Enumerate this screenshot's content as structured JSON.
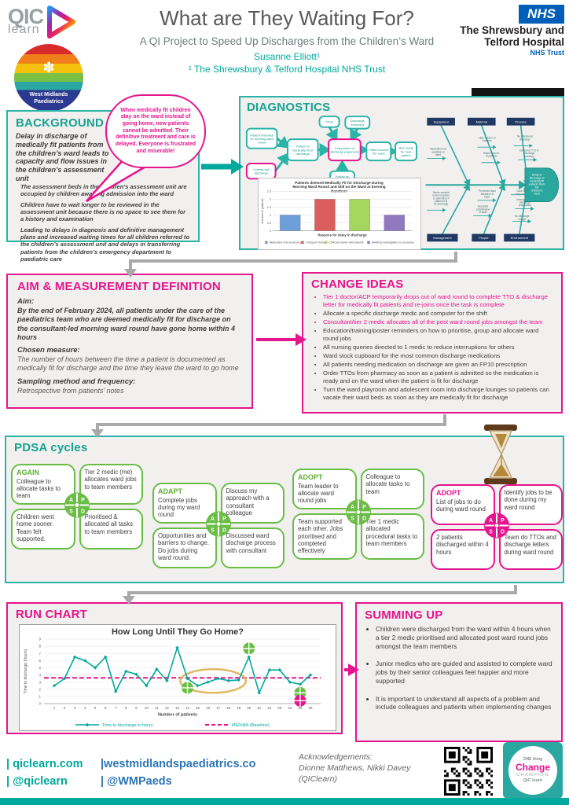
{
  "header": {
    "title": "What are They Waiting For?",
    "subtitle": "A QI Project to Speed Up Discharges from the Children’s Ward",
    "author": "Susanne Elliott¹",
    "affiliation": "¹ The Shrewsbury & Telford Hospital NHS Trust",
    "qic_logo": {
      "line1": "QIC",
      "line2": "learn"
    },
    "wmp_logo": {
      "line1": "West Midlands",
      "line2": "Paediatrics"
    },
    "nhs_logo": {
      "nhs": "NHS",
      "org_line1": "The Shrewsbury and",
      "org_line2": "Telford Hospital",
      "sub": "NHS Trust"
    }
  },
  "background": {
    "title": "BACKGROUND",
    "lead": "Delay in discharge of medically fit patients from the children’s ward leads to capacity and flow issues in the children’s assessment unit",
    "paragraphs": [
      "The assessment beds in the children’s assessment unit are occupied by children awaiting admission into the ward",
      "Children have to wait longer to be reviewed in the assessment unit because there is no space to see them for a history and examination",
      "Leading to delays in diagnosis and definitive management plans and increased waiting times for all children referred to the children’s assessment unit and delays in transferring patients from the children’s emergency department to paediatric care"
    ]
  },
  "speech_bubble": {
    "text": "When medically fit children stay on the ward instead of going home, new patients cannot be admitted. Their definitive treatment and care is delayed. Everyone is frustrated and miserable!"
  },
  "diagnostics": {
    "title": "DIAGNOSTICS",
    "process_map": {
      "boxes": {
        "review": "Patient reviewed on morning ward round",
        "criteria": "Criteria-led discharge",
        "fit": "Patient is medically fit for discharge",
        "ttos": "TTOs",
        "summary": "Discharge summary",
        "paperwork": "Completion of discharge paperwork",
        "followup": "Follow up",
        "leaves": "Patient leaves the ward",
        "bed": "Bed ready for new patient"
      }
    },
    "fishbone": {
      "top_categories": [
        "Equipment",
        "Material",
        "Process"
      ],
      "bottom_categories": [
        "Management",
        "People",
        "Environment"
      ],
      "causes": {
        "equipment": [
          "Medication not available on ward"
        ],
        "material": [
          "High volume of patients",
          "Rapid turnover of patients"
        ],
        "process": [
          "No criteria-led discharge",
          "Electronic TTO & discharge summary"
        ],
        "management": [
          "Senior medical review required to determine if patient is fit for discharge"
        ],
        "people": [
          "Perceived least attractive of tasks",
          "Accepted prioritisation of tasks"
        ],
        "environment": [
          "Lack of computers",
          "Interruptions to discharge preparation",
          "No discharge lounge"
        ]
      },
      "head": "Delay in discharge of medically fit patients from the children's ward"
    }
  },
  "chart_data": [
    {
      "type": "bar",
      "title": "Patients deemed Medically Fit for Discharge During Morning Ward Round and Still on the Ward at Evening Handover",
      "xlabel": "Reasons for delay in discharge",
      "ylabel": "Number of patients",
      "ylim": [
        0,
        2.5
      ],
      "yticks": [
        0,
        0.5,
        1,
        1.5,
        2,
        2.5
      ],
      "categories": [
        "Medication from pharmacy",
        "Transport home",
        "Clinician review with parents",
        "Awaiting investigation or procedure"
      ],
      "values": [
        1,
        2,
        2,
        1
      ],
      "colors": [
        "#6d9eda",
        "#db5e5e",
        "#a5d75f",
        "#9079c0"
      ],
      "legend_position": "bottom",
      "grid": true
    },
    {
      "type": "line",
      "title": "How Long Until They Go Home?",
      "xlabel": "Number of patients",
      "ylabel": "Time to discharge (hours)",
      "ylim": [
        0,
        9
      ],
      "x": [
        1,
        2,
        3,
        4,
        5,
        6,
        7,
        8,
        9,
        10,
        11,
        12,
        13,
        14,
        15,
        16,
        17,
        18,
        19,
        20,
        21,
        22,
        23,
        24,
        25,
        26
      ],
      "series": [
        {
          "name": "Time to discharge in hours",
          "color": "#00a99d",
          "values": [
            2.5,
            3.5,
            6.5,
            6,
            5,
            6.5,
            1.7,
            4.5,
            4.1,
            2.5,
            4.8,
            3.2,
            7.8,
            3.5,
            2.5,
            3,
            3.5,
            3.2,
            3.3,
            6.5,
            1.5,
            4.7,
            4.7,
            3,
            2.7,
            4
          ]
        },
        {
          "name": "MEDIAN (Baseline)",
          "color": "#e6148d",
          "style": "dashed",
          "median": 3.6
        }
      ],
      "annotations": {
        "pdsa_markers": [
          {
            "x": 14,
            "y": 2.2,
            "color": "#6abd45"
          },
          {
            "x": 20,
            "y": 7.7,
            "color": "#6abd45"
          },
          {
            "x": 25,
            "y": 1.5,
            "color": "#6abd45"
          },
          {
            "x": 25,
            "y": 0.4,
            "color": "#e6148d"
          }
        ],
        "ellipse": {
          "x_center": 16.5,
          "y_center": 3.15,
          "x_radius": 3.2,
          "y_radius": 1.5,
          "color": "#dfb964"
        }
      },
      "legend_position": "bottom",
      "grid": true
    }
  ],
  "aim": {
    "title": "AIM & MEASUREMENT DEFINITION",
    "aim_label": "Aim:",
    "aim_text": "By the end of February 2024, all patients under the care of the paediatrics team who are deemed medically fit for discharge on the consultant-led morning ward round have gone home within 4 hours",
    "measure_label": "Chosen measure:",
    "measure_text": "The number of hours between the time a patient is documented as medically fit for discharge and the time they leave the ward to go home",
    "sampling_label": "Sampling method and frequency:",
    "sampling_text": "Retrospective from patients’ notes"
  },
  "change_ideas": {
    "title": "CHANGE IDEAS",
    "items": [
      {
        "text": "Tier 1 doctor/ACP temporarily drops out of ward round to complete TTO & discharge letter for medically fit patients and re-joins once the task is complete",
        "highlight": true
      },
      {
        "text": "Allocate a specific discharge medic and computer for the shift",
        "highlight": false
      },
      {
        "text": "Consultant/tier 2 medic allocates all of the post ward round jobs amongst the team",
        "highlight": true
      },
      {
        "text": "Education/training/poster reminders on how to prioritise, group and allocate ward round jobs",
        "highlight": false
      },
      {
        "text": "All nursing queries directed to 1 medic to reduce interruptions for others",
        "highlight": false
      },
      {
        "text": "Ward stock cupboard for the most common discharge medications",
        "highlight": false
      },
      {
        "text": "All patients needing medication on discharge are given an FP10 prescription",
        "highlight": false
      },
      {
        "text": "Order TTOs from pharmacy as soon as a patient is admitted so the medication is ready and on the ward when the patient is fit for discharge",
        "highlight": false
      },
      {
        "text": "Turn the ward playroom and adolescent room into discharge lounges so patients can vacate their ward beds as soon as they are medically fit for discharge",
        "highlight": false
      }
    ]
  },
  "pdsa": {
    "title": "PDSA cycles",
    "wheel_letters": [
      "A",
      "P",
      "S",
      "D"
    ],
    "cycles": [
      {
        "label": "AGAIN",
        "accent": "green",
        "act": "Colleague to allocate tasks to team",
        "plan": "Tier 2 medic (me) allocates ward jobs to team members",
        "study": "Children went home sooner. Team felt supported.",
        "do": "Prioritised & allocated all tasks to team members"
      },
      {
        "label": "ADAPT",
        "accent": "green",
        "act": "Complete jobs during my ward round",
        "plan": "Discuss my approach with a consultant colleague",
        "study": "Opportunities and barriers to change. Do jobs during ward round.",
        "do": "Discussed ward discharge process with consultant"
      },
      {
        "label": "ADOPT",
        "accent": "green",
        "act": "Team leader to allocate ward round jobs",
        "plan": "Colleague to allocate tasks to team",
        "study": "Team supported each other. Jobs prioritised and completed effectively",
        "do": "Tier 1 medic allocated procedural tasks to team members"
      },
      {
        "label": "ADOPT",
        "accent": "pink",
        "act": "List of jobs to do during ward round",
        "plan": "Identify jobs to be done during my ward round",
        "study": "2 patients discharged within 4 hours",
        "do": "Team do TTOs and discharge letters during ward round"
      }
    ]
  },
  "run_chart_section": {
    "title": "RUN CHART"
  },
  "summing_up": {
    "title": "SUMMING UP",
    "bullets": [
      "Children were discharged from the ward within 4 hours when a tier 2 medic prioritised and allocated post ward round jobs amongst the team members",
      "Junior medics who are guided and assisted to complete ward jobs by their senior colleagues feel happier and more supported",
      "It is important to understand all aspects of a problem and include colleagues and patients when implementing changes"
    ]
  },
  "footer": {
    "links_teal": [
      "| qiclearn.com",
      "| @qiclearn"
    ],
    "links_blue": [
      "|westmidlandspaediatrics.co",
      "| @WMPaeds"
    ],
    "ack_label": "Acknowledgements:",
    "ack_text": "Dionne Matthews, Nikki Davey (QIClearn)",
    "badge": {
      "top": "ONE thing",
      "main": "Change",
      "sub": "CHAMPION",
      "brand": "QIC learn"
    }
  },
  "colors": {
    "teal": "#00a99d",
    "pink": "#e6148d",
    "green": "#6abd45",
    "navy": "#1f3864",
    "nhs_blue": "#005EB8",
    "connector_gray": "#a9a9a9"
  }
}
